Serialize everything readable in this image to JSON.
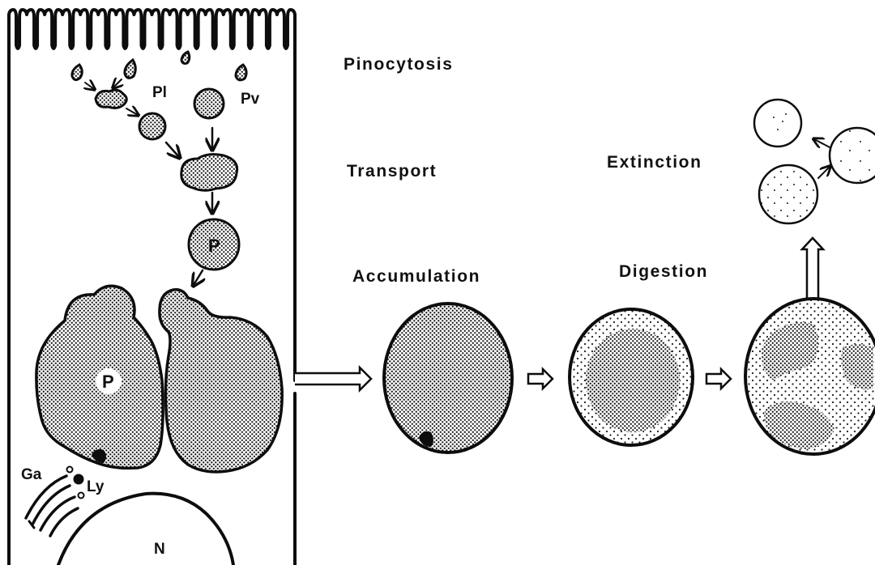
{
  "stages": {
    "pinocytosis": "Pinocytosis",
    "transport": "Transport",
    "accumulation": "Accumulation",
    "digestion": "Digestion",
    "extinction": "Extinction"
  },
  "organelles": {
    "pl": "Pl",
    "pv": "Pv",
    "p_small": "P",
    "p_large": "P",
    "ga": "Ga",
    "ly": "Ly",
    "n": "N"
  },
  "colors": {
    "ink": "#0d0d0d",
    "background": "#ffffff",
    "stipple": "#1a1a1a"
  }
}
